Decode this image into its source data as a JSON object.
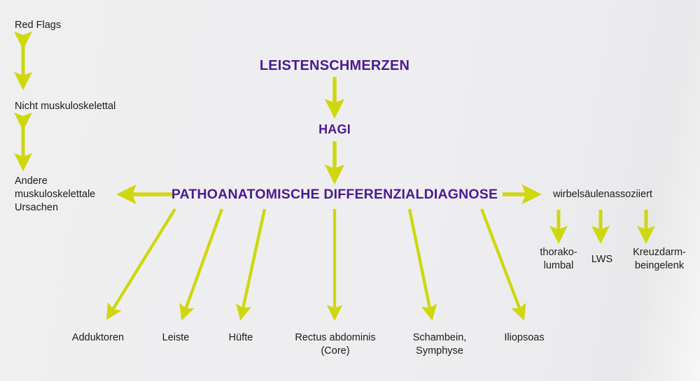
{
  "diagram": {
    "title": "LEISTENSCHMERZEN",
    "colors": {
      "arrow": "#cfd70f",
      "heading": "#4c1a8e",
      "label": "#1b1b1b",
      "background": "#eeeef0"
    },
    "headings": {
      "level1": "LEISTENSCHMERZEN",
      "level2": "HAGI",
      "level3": "PATHOANATOMISCHE DIFFERENZIALDIAGNOSE"
    },
    "left_chain": [
      {
        "label": "Red Flags"
      },
      {
        "label": "Nicht muskuloskelettal"
      },
      {
        "label": "Andere\nmuskuloskelettale\nUrsachen"
      }
    ],
    "right_branch": {
      "label": "wirbelsäulenassoziiert",
      "children": [
        {
          "label": "thorako-\nlumbal"
        },
        {
          "label": "LWS"
        },
        {
          "label": "Kreuzdarm-\nbeingelenk"
        }
      ]
    },
    "bottom_branch": [
      {
        "label": "Adduktoren"
      },
      {
        "label": "Leiste"
      },
      {
        "label": "Hüfte"
      },
      {
        "label": "Rectus abdominis\n(Core)"
      },
      {
        "label": "Schambein,\nSymphyse"
      },
      {
        "label": "Iliopsoas"
      }
    ]
  }
}
